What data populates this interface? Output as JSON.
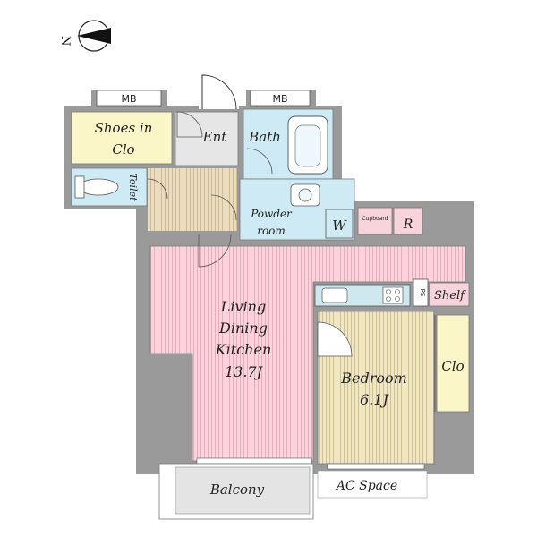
{
  "compass": {
    "north_label": "N"
  },
  "rooms": {
    "mb_left": "MB",
    "mb_right": "MB",
    "shoes_line1": "Shoes in",
    "shoes_line2": "Clo",
    "ent": "Ent",
    "bath": "Bath",
    "toilet": "Toilet",
    "powder_line1": "Powder",
    "powder_line2": "room",
    "washer": "W",
    "cupboard": "Cupboard",
    "fridge": "R",
    "ps": "PS",
    "shelf": "Shelf",
    "ldk_line1": "Living",
    "ldk_line2": "Dining",
    "ldk_line3": "Kitchen",
    "ldk_size": "13.7J",
    "bedroom": "Bedroom",
    "bedroom_size": "6.1J",
    "clo": "Clo",
    "balcony": "Balcony",
    "ac_space": "AC Space"
  },
  "colors": {
    "wall": "#9a9a9a",
    "ldk": "#f4d6dc",
    "bedroom": "#efe6c9",
    "wet_area": "#cdeaf5",
    "closet": "#fbf6c8",
    "corridor": "#eadcc0",
    "entrance": "#e6e6e6",
    "kitchen_counter": "#cfe8f0",
    "cupboard": "#f7d3dc",
    "outdoor": "#e4e4e4"
  }
}
